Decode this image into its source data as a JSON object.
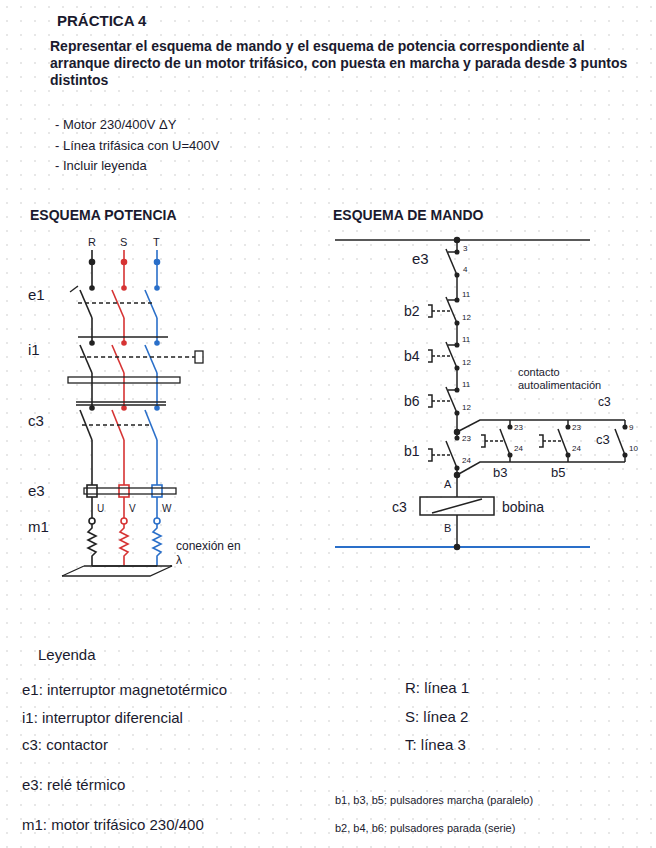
{
  "diagram": {
    "title": "PRÁCTICA 4",
    "labels": [
      "Representar el esquema de mando y el esquema de potencia correspondiente al arranque directo de un motor trifásico, con puesta en marcha y parada desde 3 puntos distintos",
      "- Motor 230/400V ΔY",
      "- Línea trifásica con U=400V",
      "- Incluir leyenda",
      "ESQUEMA POTENCIA",
      "ESQUEMA DE MANDO",
      "R",
      "S",
      "T",
      "e1",
      "i1",
      "c3",
      "e3",
      "m1",
      "U",
      "V",
      "W",
      "conexión en λ",
      "e3",
      "3",
      "4",
      "b2",
      "11",
      "12",
      "b4",
      "11",
      "12",
      "b6",
      "11",
      "12",
      "contacto autoalimentación",
      "c3",
      "b1",
      "23",
      "24",
      "b3",
      "23",
      "24",
      "b5",
      "23",
      "24",
      "c3",
      "9",
      "10",
      "A",
      "c3",
      "bobina",
      "B",
      "Leyenda"
    ],
    "legend": [
      {
        "text": "e1: interruptor magnetotérmico"
      },
      {
        "text": "R: línea 1"
      },
      {
        "text": "i1: interruptor diferencial"
      },
      {
        "text": "S: línea 2"
      },
      {
        "text": "c3: contactor"
      },
      {
        "text": "T: línea 3"
      },
      {
        "text": "e3: relé térmico"
      },
      {
        "text": "b1, b3, b5: pulsadores marcha (paralelo)"
      },
      {
        "text": "m1: motor trifásico 230/400"
      },
      {
        "text": "b2, b4, b6: pulsadores parada (serie)"
      }
    ]
  }
}
